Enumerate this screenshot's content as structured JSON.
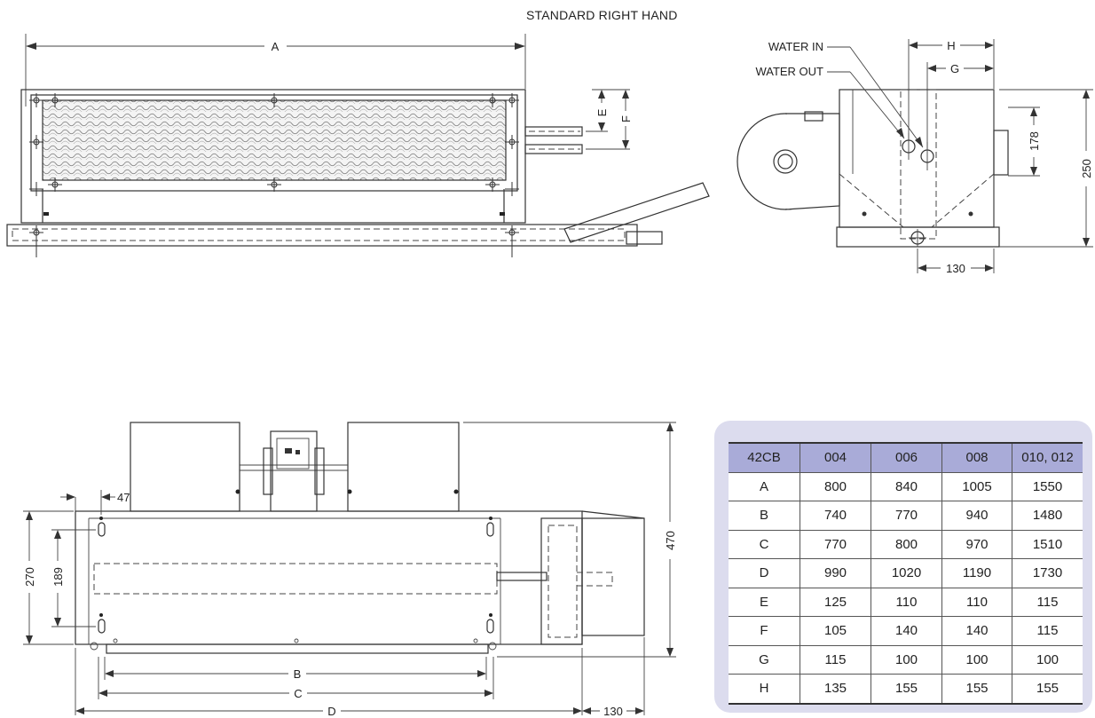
{
  "title": "STANDARD RIGHT HAND",
  "front_view": {
    "dim_a": "A",
    "dim_e": "E",
    "dim_f": "F"
  },
  "side_view": {
    "water_in": "WATER IN",
    "water_out": "WATER OUT",
    "dim_h": "H",
    "dim_g": "G",
    "dim_178": "178",
    "dim_250": "250",
    "dim_130": "130"
  },
  "plan_view": {
    "dim_47": "47",
    "dim_270": "270",
    "dim_189": "189",
    "dim_470": "470",
    "dim_b": "B",
    "dim_c": "C",
    "dim_d": "D",
    "dim_130": "130"
  },
  "table": {
    "headers": [
      "42CB",
      "004",
      "006",
      "008",
      "010, 012"
    ],
    "rows": [
      [
        "A",
        "800",
        "840",
        "1005",
        "1550"
      ],
      [
        "B",
        "740",
        "770",
        "940",
        "1480"
      ],
      [
        "C",
        "770",
        "800",
        "970",
        "1510"
      ],
      [
        "D",
        "990",
        "1020",
        "1190",
        "1730"
      ],
      [
        "E",
        "125",
        "110",
        "110",
        "115"
      ],
      [
        "F",
        "105",
        "140",
        "140",
        "115"
      ],
      [
        "G",
        "115",
        "100",
        "100",
        "100"
      ],
      [
        "H",
        "135",
        "155",
        "155",
        "155"
      ]
    ]
  }
}
